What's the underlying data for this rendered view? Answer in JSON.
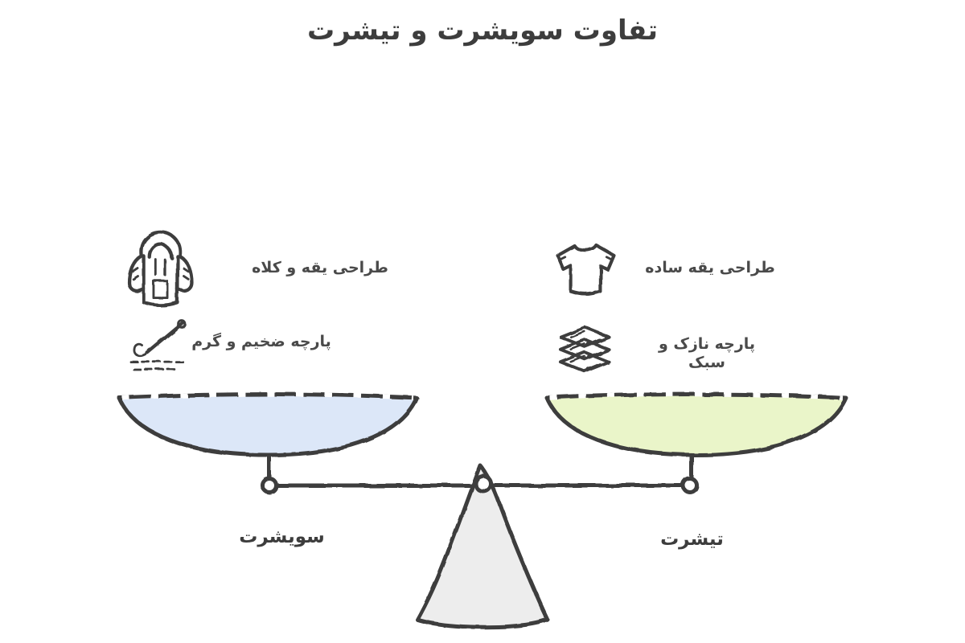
{
  "title": "تفاوت سویشرت و تیشرت",
  "left": {
    "pan_label": "سویشرت",
    "pan_color": "#dce7f8",
    "items": [
      {
        "icon": "hoodie-icon",
        "label": "طراحی یقه و کلاه"
      },
      {
        "icon": "needle-stitch-icon",
        "label": "پارچه ضخیم و گرم"
      }
    ]
  },
  "right": {
    "pan_label": "تیشرت",
    "pan_color": "#eaf5c9",
    "items": [
      {
        "icon": "tshirt-icon",
        "label": "طراحی یقه ساده"
      },
      {
        "icon": "fabric-stack-icon",
        "label": "پارچه نازک و سبک"
      }
    ]
  },
  "colors": {
    "stroke": "#3d3d3d",
    "base_fill": "#ededed",
    "background": "#ffffff",
    "text": "#4a4a4a"
  }
}
